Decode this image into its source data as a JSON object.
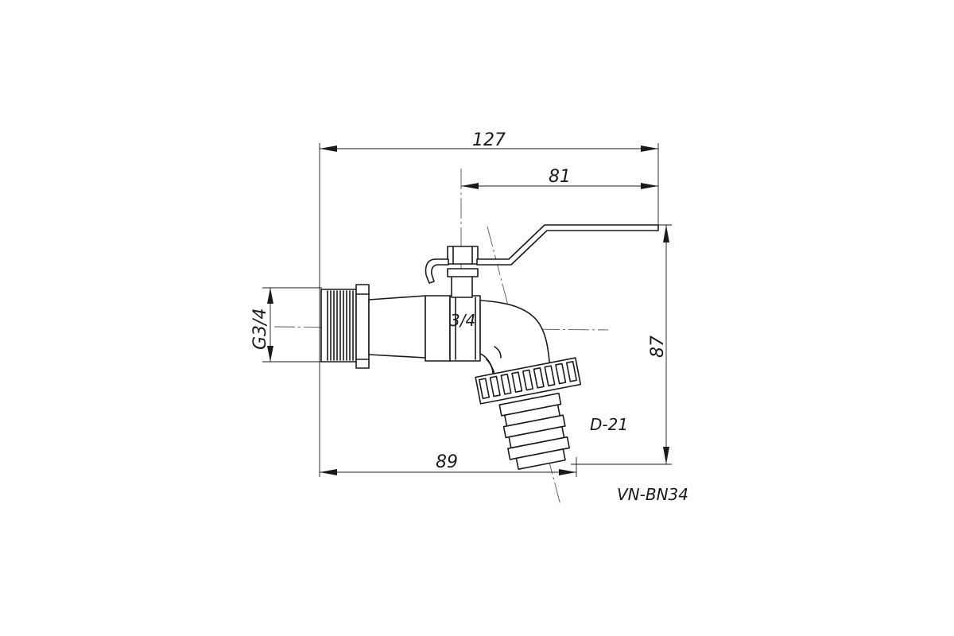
{
  "dimensions": {
    "overall_length": "127",
    "handle_reach": "81",
    "outlet_reach": "89",
    "height": "87"
  },
  "labels": {
    "inlet_thread": "G3/4",
    "body_size": "3/4",
    "hose_diameter": "D-21",
    "model": "VN-BN34"
  }
}
